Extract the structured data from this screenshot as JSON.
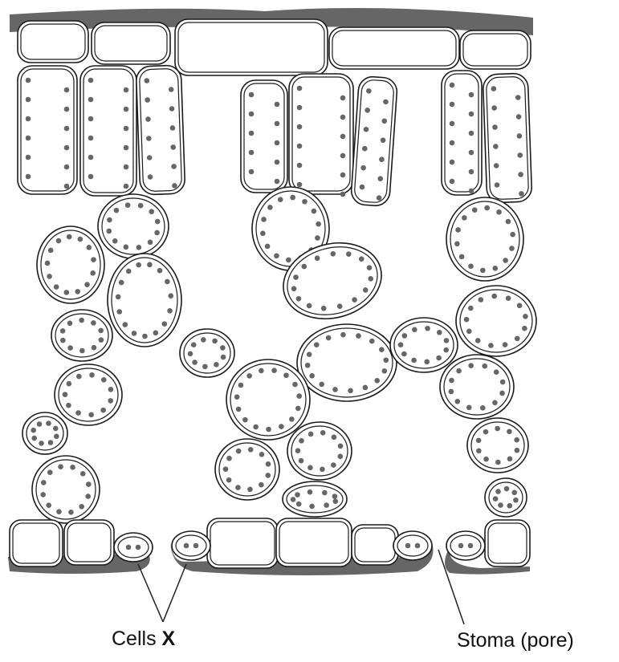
{
  "labels": {
    "cells_text": "Cells ",
    "cells_letter": "X",
    "stoma": "Stoma (pore)"
  },
  "colors": {
    "cuticle": "#555555",
    "outline": "#1a1a1a",
    "chloroplast": "#666666",
    "fill": "#ffffff"
  }
}
